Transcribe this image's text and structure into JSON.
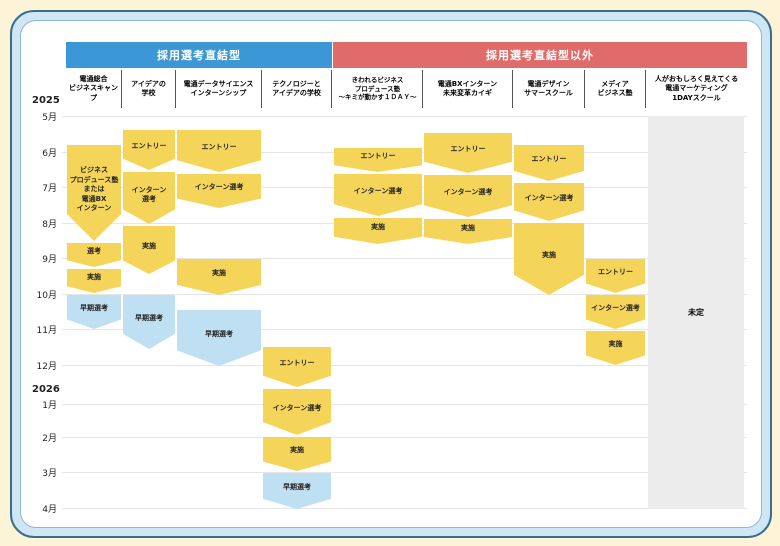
{
  "groups": {
    "direct": "採用選考直結型",
    "other": "採用選考直結型以外"
  },
  "colors": {
    "direct": "#3b97d6",
    "other": "#e06b6b",
    "stage": "#f5d45a",
    "early": "#bfe0f3"
  },
  "columns": [
    "電通総合\nビジネスキャンプ",
    "アイデアの\n学校",
    "電通データサイエンス\nインターンシップ",
    "テクノロジーと\nアイデアの学校",
    "きわれるビジネス\nプロデュース塾\n～キミが動かす１ＤＡＹ～",
    "電通BXインターン\n未来変革カイギ",
    "電通デザイン\nサマースクール",
    "メディア\nビジネス塾",
    "人がおもしろく見えてくる\n電通マーケティング\n1DAYスクール"
  ],
  "years": {
    "y2025": "2025",
    "y2026": "2026"
  },
  "months": [
    "5月",
    "6月",
    "7月",
    "8月",
    "9月",
    "10月",
    "11月",
    "12月",
    "1月",
    "2月",
    "3月",
    "4月"
  ],
  "stages": {
    "c1_main": "ビジネス\nプロデュース塾\nまたは\n電通BX\nインターン",
    "c1_select": "選考",
    "c1_impl": "実施",
    "c1_early": "早期選考",
    "c2_entry": "エントリー",
    "c2_select": "インターン\n選考",
    "c2_impl": "実施",
    "c2_early": "早期選考",
    "c3_entry": "エントリー",
    "c3_select": "インターン選考",
    "c3_impl": "実施",
    "c3_early": "早期選考",
    "c4_entry": "エントリー",
    "c4_select": "インターン選考",
    "c4_impl": "実施",
    "c4_early": "早期選考",
    "c5_entry": "エントリー",
    "c5_select": "インターン選考",
    "c5_impl": "実施",
    "c6_entry": "エントリー",
    "c6_select": "インターン選考",
    "c6_impl": "実施",
    "c7_entry": "エントリー",
    "c7_select": "インターン選考",
    "c7_impl": "実施",
    "c8_entry": "エントリー",
    "c8_select": "インターン選考",
    "c8_impl": "実施",
    "c9_tbd": "未定"
  }
}
